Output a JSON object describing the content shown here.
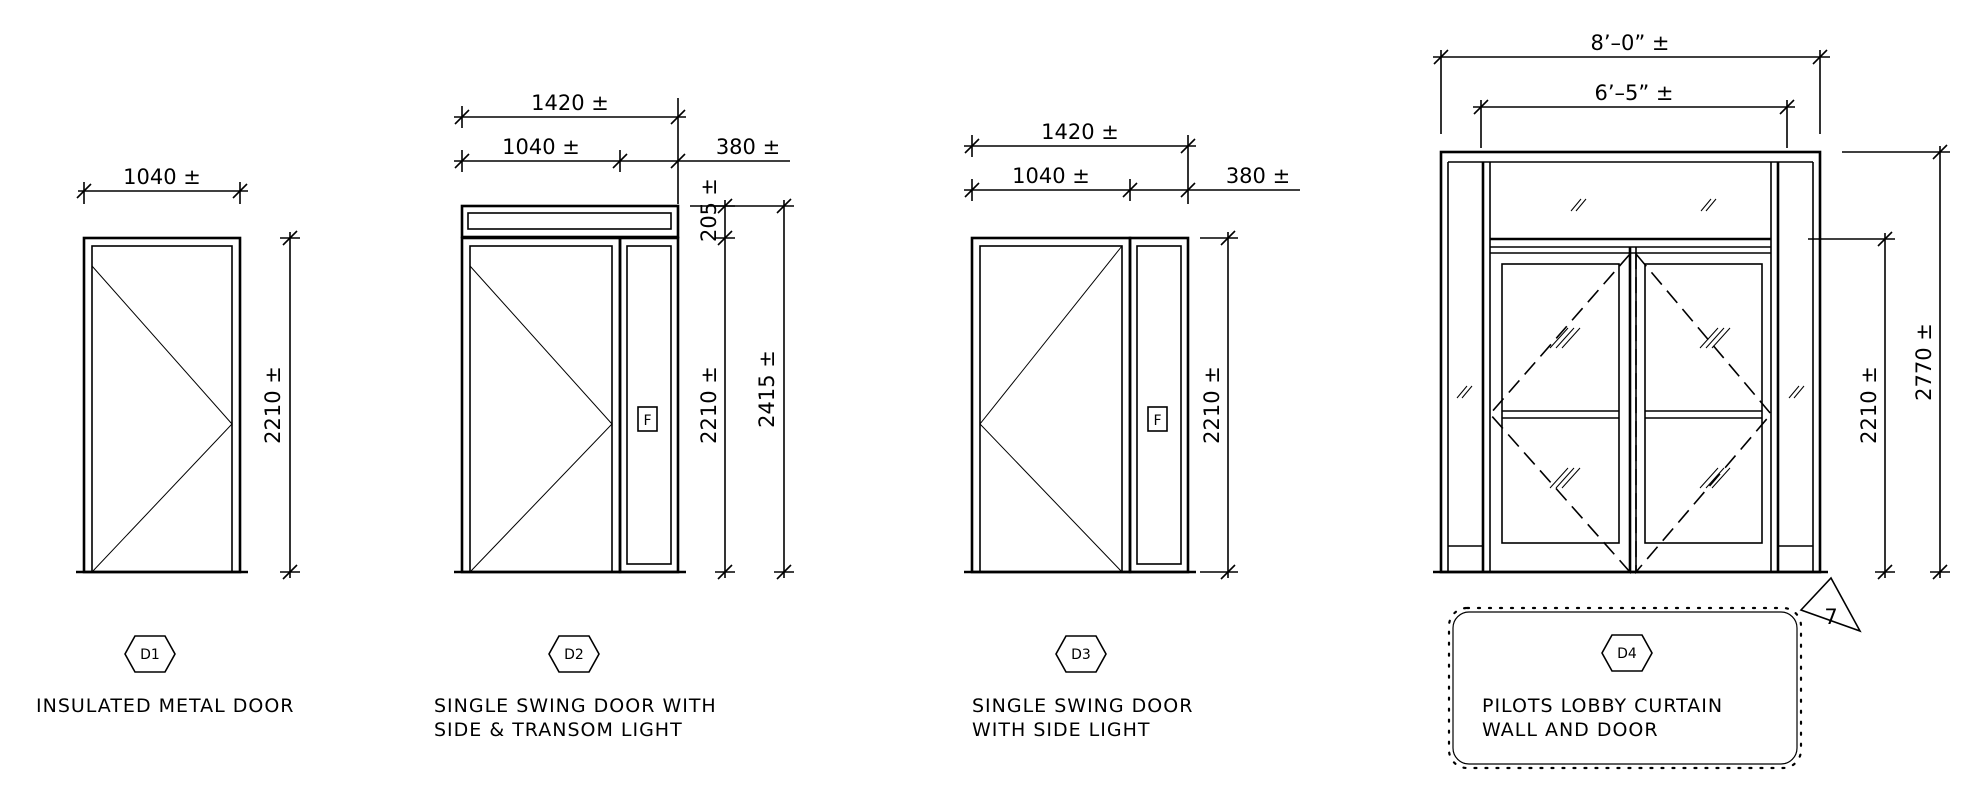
{
  "drawing": {
    "doors": [
      {
        "tag": "D1",
        "caption": [
          "INSULATED METAL DOOR"
        ],
        "dims": {
          "width": "1040 ±",
          "height": "2210 ±"
        }
      },
      {
        "tag": "D2",
        "caption": [
          "SINGLE SWING DOOR WITH",
          "SIDE & TRANSOM LIGHT"
        ],
        "dims": {
          "overall": "1420 ±",
          "width": "1040 ±",
          "side": "380 ±",
          "transom_marker": "±",
          "transom": "205",
          "height": "2210 ±",
          "overall_height": "2415 ±"
        },
        "panel_label": "F"
      },
      {
        "tag": "D3",
        "caption": [
          "SINGLE SWING DOOR",
          "WITH SIDE LIGHT"
        ],
        "dims": {
          "overall": "1420 ±",
          "width": "1040 ±",
          "side": "380 ±",
          "height": "2210 ±"
        },
        "panel_label": "F"
      },
      {
        "tag": "D4",
        "caption": [
          "PILOTS LOBBY CURTAIN",
          "WALL AND DOOR"
        ],
        "dims": {
          "overall": "8’–0”  ±",
          "width": "6’–5”  ±",
          "height": "2210 ±",
          "overall_height": "2770 ±"
        }
      }
    ],
    "revision": "7"
  }
}
